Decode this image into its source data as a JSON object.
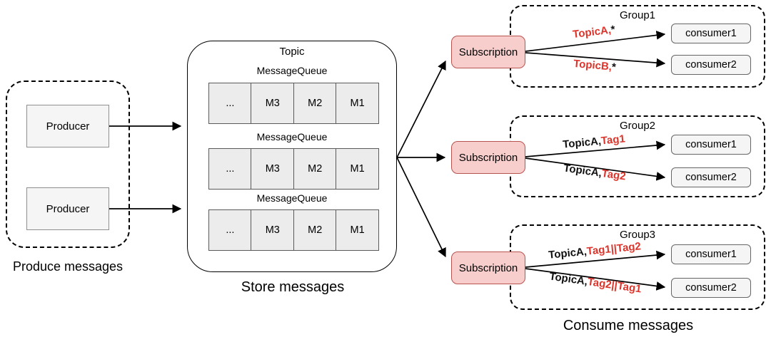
{
  "colors": {
    "red_text": "#dd352b",
    "subscription_fill": "#f8cecc",
    "subscription_border": "#b85450",
    "node_fill": "#f5f5f5",
    "cell_fill": "#ececec"
  },
  "left_section": {
    "caption": "Produce messages",
    "producers": [
      {
        "label": "Producer"
      },
      {
        "label": "Producer"
      }
    ]
  },
  "topic_section": {
    "title": "Topic",
    "caption": "Store messages",
    "queues": [
      {
        "label": "MessageQueue",
        "cells": [
          "...",
          "M3",
          "M2",
          "M1"
        ]
      },
      {
        "label": "MessageQueue",
        "cells": [
          "...",
          "M3",
          "M2",
          "M1"
        ]
      },
      {
        "label": "MessageQueue",
        "cells": [
          "...",
          "M3",
          "M2",
          "M1"
        ]
      }
    ]
  },
  "groups": [
    {
      "title": "Group1",
      "subscription_label": "Subscription",
      "edges": [
        {
          "parts": [
            {
              "text": "TopicA,",
              "color": "red"
            },
            {
              "text": "*",
              "color": "black"
            }
          ]
        },
        {
          "parts": [
            {
              "text": "TopicB,",
              "color": "red"
            },
            {
              "text": "*",
              "color": "black"
            }
          ]
        }
      ],
      "consumers": [
        {
          "label": "consumer1"
        },
        {
          "label": "consumer2"
        }
      ]
    },
    {
      "title": "Group2",
      "subscription_label": "Subscription",
      "edges": [
        {
          "parts": [
            {
              "text": "TopicA,",
              "color": "black"
            },
            {
              "text": "Tag1",
              "color": "red"
            }
          ]
        },
        {
          "parts": [
            {
              "text": "TopicA,",
              "color": "black"
            },
            {
              "text": "Tag2",
              "color": "red"
            }
          ]
        }
      ],
      "consumers": [
        {
          "label": "consumer1"
        },
        {
          "label": "consumer2"
        }
      ]
    },
    {
      "title": "Group3",
      "subscription_label": "Subscription",
      "edges": [
        {
          "parts": [
            {
              "text": "TopicA,",
              "color": "black"
            },
            {
              "text": "Tag1||Tag2",
              "color": "red"
            }
          ]
        },
        {
          "parts": [
            {
              "text": "TopicA,",
              "color": "black"
            },
            {
              "text": "Tag2||Tag1",
              "color": "red"
            }
          ]
        }
      ],
      "consumers": [
        {
          "label": "consumer1"
        },
        {
          "label": "consumer2"
        }
      ]
    }
  ],
  "consume_caption": "Consume messages"
}
